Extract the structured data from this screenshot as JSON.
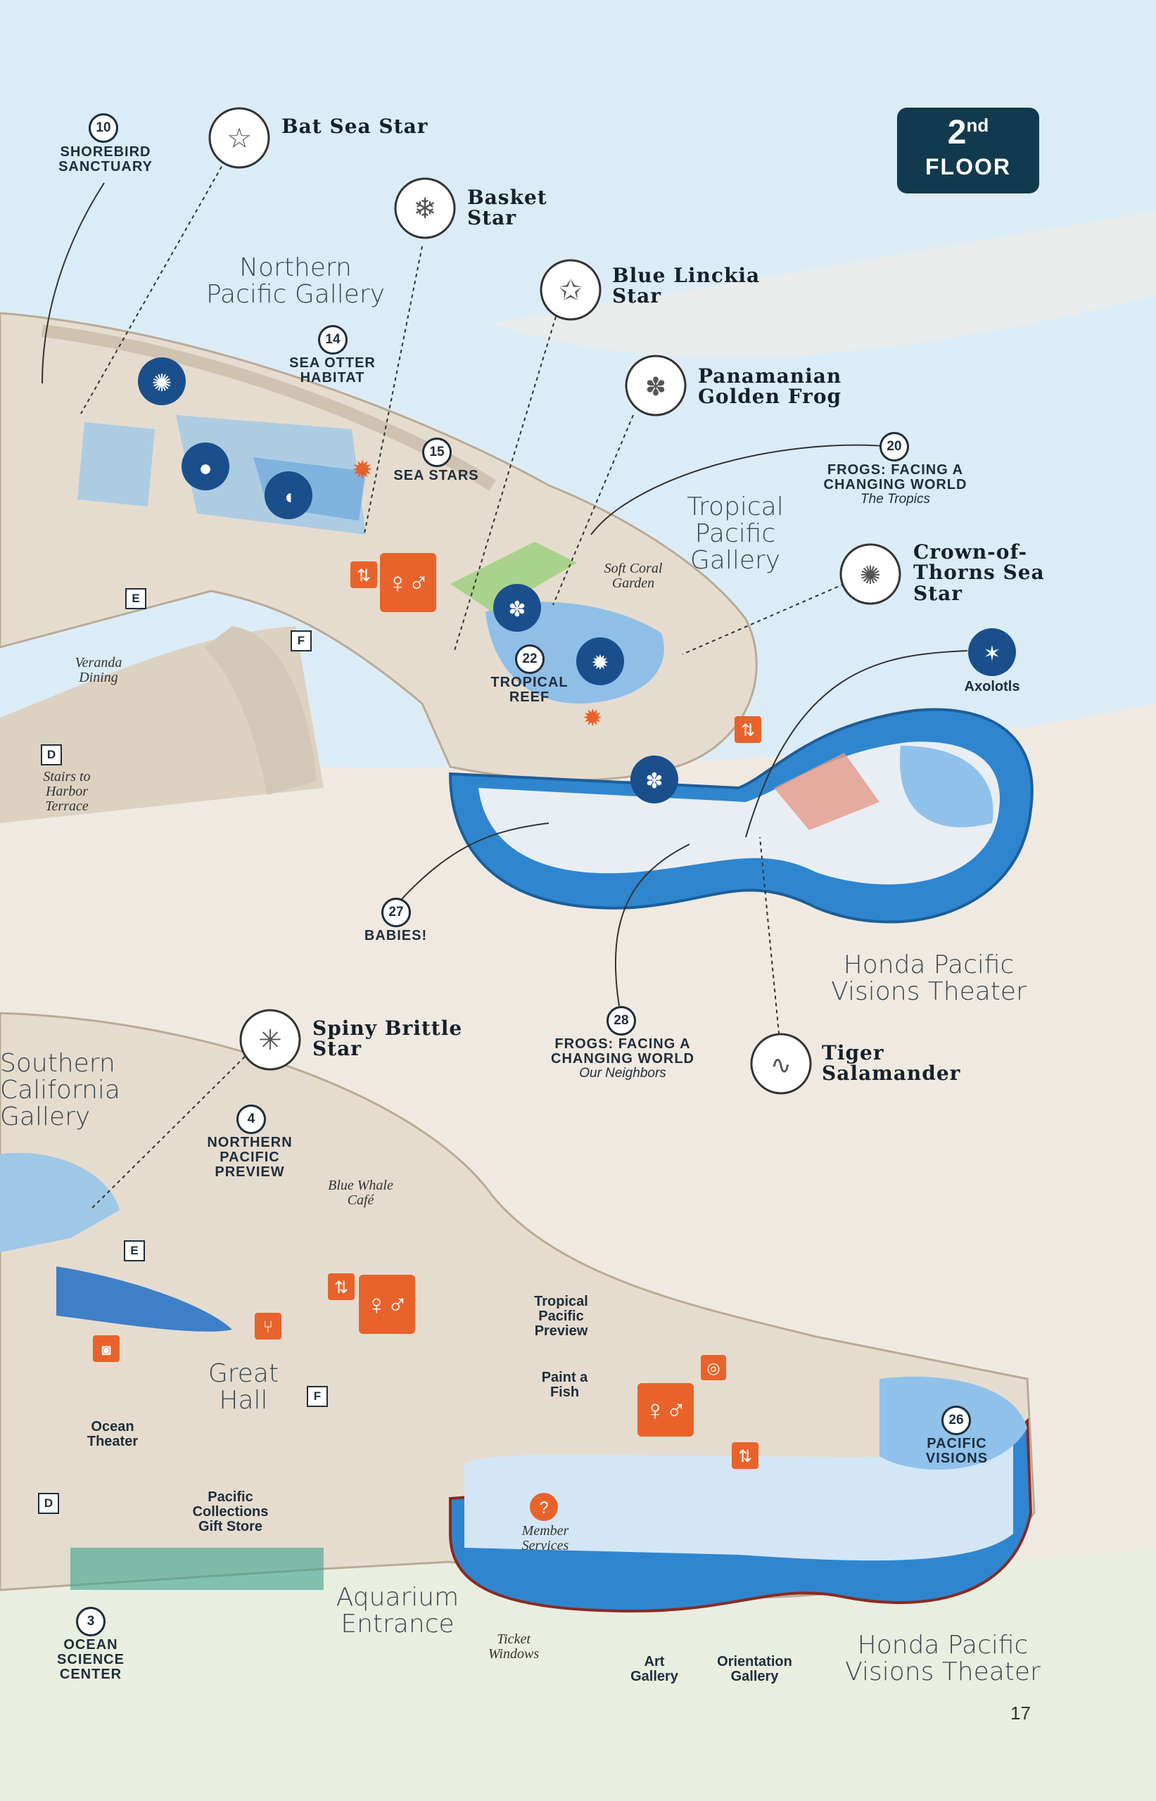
{
  "floor_badge": {
    "number": "2",
    "suffix": "nd",
    "label": "FLOOR"
  },
  "page_number": "17",
  "galleries": {
    "northern_pacific": "Northern Pacific Gallery",
    "tropical_pacific": "Tropical Pacific Gallery",
    "honda_theater_upper": "Honda Pacific Visions Theater",
    "southern_california": "Southern California Gallery",
    "great_hall": "Great Hall",
    "aquarium_entrance": "Aquarium Entrance",
    "honda_theater_lower": "Honda Pacific Visions Theater"
  },
  "numbered": {
    "n10": {
      "num": "10",
      "label": "SHOREBIRD SANCTUARY"
    },
    "n14": {
      "num": "14",
      "label": "SEA OTTER HABITAT"
    },
    "n15": {
      "num": "15",
      "label": "SEA STARS"
    },
    "n20": {
      "num": "20",
      "label": "FROGS: FACING A CHANGING WORLD",
      "sub": "The Tropics"
    },
    "n22": {
      "num": "22",
      "label": "TROPICAL REEF"
    },
    "n27": {
      "num": "27",
      "label": "BABIES!"
    },
    "n28": {
      "num": "28",
      "label": "FROGS: FACING A CHANGING WORLD",
      "sub": "Our Neighbors"
    },
    "n4": {
      "num": "4",
      "label": "NORTHERN PACIFIC PREVIEW"
    },
    "n26": {
      "num": "26",
      "label": "PACIFIC VISIONS"
    },
    "n3": {
      "num": "3",
      "label": "OCEAN SCIENCE CENTER"
    }
  },
  "species": {
    "bat_sea_star": "Bat Sea Star",
    "basket_star": "Basket Star",
    "blue_linckia": "Blue Linckia Star",
    "golden_frog": "Panamanian Golden Frog",
    "crown_of_thorns": "Crown-of-Thorns Sea Star",
    "spiny_brittle": "Spiny Brittle Star",
    "tiger_salamander": "Tiger Salamander"
  },
  "places": {
    "soft_coral": "Soft Coral Garden",
    "veranda": "Veranda Dining",
    "stairs_harbor": "Stairs to Harbor Terrace",
    "axolotls": "Axolotls",
    "blue_whale_cafe": "Blue Whale Café",
    "tropical_preview": "Tropical Pacific Preview",
    "paint_fish": "Paint a Fish",
    "ocean_theater": "Ocean Theater",
    "gift_store": "Pacific Collections Gift Store",
    "member_services": "Member Services",
    "ticket_windows": "Ticket Windows",
    "art_gallery": "Art Gallery",
    "orientation_gallery": "Orientation Gallery"
  },
  "stairs": {
    "e1": "E",
    "f1": "F",
    "d1": "D",
    "e2": "E",
    "f2": "F",
    "d2": "D"
  },
  "colors": {
    "water": "#dcecf6",
    "floor": "#e5dccf",
    "wall": "#cfc2b0",
    "tank": "#9fc8e6",
    "icon_blue": "#1a4f8c",
    "service_orange": "#e8632b",
    "theater_blue": "#2f86cf",
    "badge": "#123a4e"
  }
}
